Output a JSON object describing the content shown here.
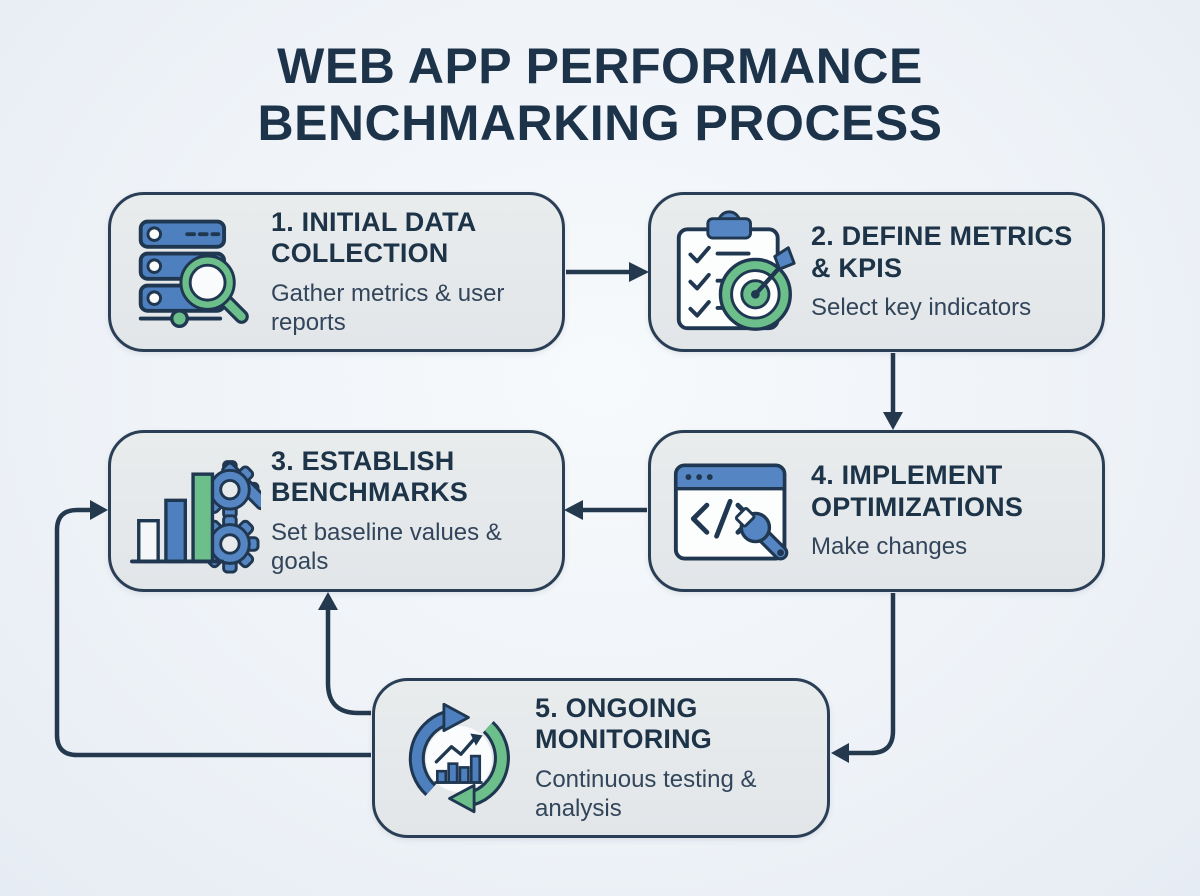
{
  "title": "WEB APP PERFORMANCE BENCHMARKING PROCESS",
  "colors": {
    "background": "#eff3f8",
    "box_fill": "#e6e9eb",
    "outline_navy": "#2a3f55",
    "arrow_navy": "#24384e",
    "accent_blue": "#4e80bf",
    "accent_green": "#6cbf8a",
    "heading_text": "#1d3348",
    "body_text": "#32455a"
  },
  "steps": [
    {
      "heading": "1. INITIAL DATA COLLECTION",
      "description": "Gather metrics & user reports",
      "icon": "server-search-icon"
    },
    {
      "heading": "2. DEFINE METRICS & KPIS",
      "description": "Select key indicators",
      "icon": "clipboard-target-icon"
    },
    {
      "heading": "3. ESTABLISH BENCHMARKS",
      "description": "Set baseline values & goals",
      "icon": "bar-chart-gears-icon"
    },
    {
      "heading": "4. IMPLEMENT OPTIMIZATIONS",
      "description": "Make changes",
      "icon": "code-window-wrench-icon"
    },
    {
      "heading": "5. ONGOING MONITORING",
      "description": "Continuous testing & analysis",
      "icon": "cycle-chart-icon"
    }
  ],
  "connections": [
    {
      "from": "step-1",
      "to": "step-2",
      "route": "right"
    },
    {
      "from": "step-2",
      "to": "step-4",
      "route": "down"
    },
    {
      "from": "step-4",
      "to": "step-3",
      "route": "left"
    },
    {
      "from": "step-4",
      "to": "step-5",
      "route": "down-then-left"
    },
    {
      "from": "step-5",
      "to": "step-3",
      "route": "up-arrow"
    },
    {
      "from": "step-5",
      "to": "step-3",
      "route": "left-loop"
    }
  ]
}
